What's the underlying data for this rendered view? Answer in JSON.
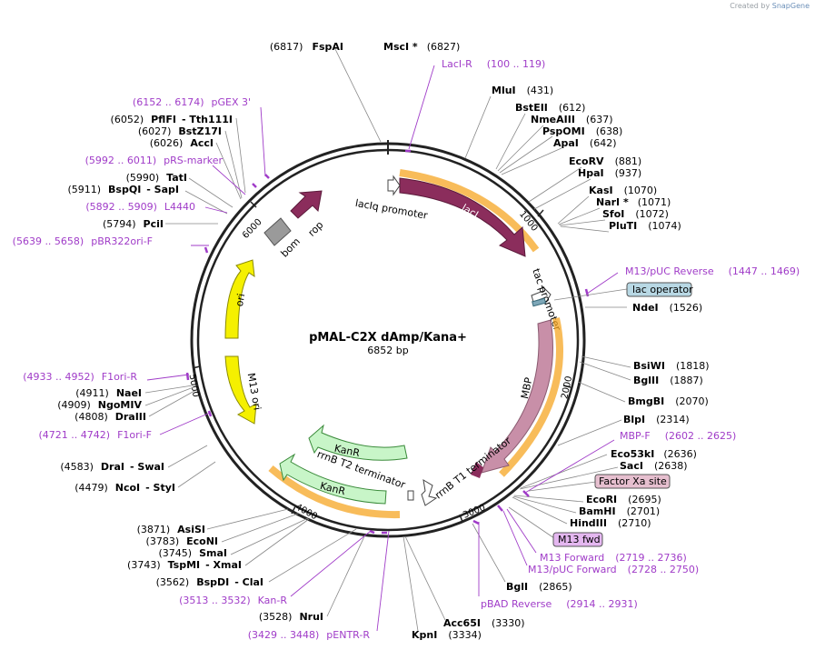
{
  "brand": {
    "prefix": "Created by",
    "name": "SnapGene"
  },
  "plasmid": {
    "name": "pMAL-C2X dAmp/Kana+",
    "length": "6852 bp"
  },
  "ticks": [
    "1000",
    "2000",
    "3000",
    "4000",
    "5000",
    "6000"
  ],
  "features": [
    {
      "name": "lacI",
      "color": "#8b2d5c"
    },
    {
      "name": "lacIq promoter",
      "color": "#ffffff"
    },
    {
      "name": "rop",
      "color": "#8b2d5c"
    },
    {
      "name": "bom",
      "color": "#9a9a9a"
    },
    {
      "name": "tac promoter",
      "color": "#ffffff"
    },
    {
      "name": "lac operator",
      "color": "#7ea7b8"
    },
    {
      "name": "MBP",
      "color": "#c88fa8"
    },
    {
      "name": "rrnB T1 terminator",
      "color": "#ffffff"
    },
    {
      "name": "KanR",
      "color": "#c8f5c8"
    },
    {
      "name": "KanR",
      "color": "#c8f5c8"
    },
    {
      "name": "rrnB T2 terminator",
      "color": "#ffffff"
    },
    {
      "name": "ori",
      "color": "#f5f000"
    },
    {
      "name": "M13 ori",
      "color": "#f5f000"
    },
    {
      "name": "Factor Xa site",
      "color": "#e0b4c4"
    },
    {
      "name": "M13 fwd",
      "color": "#e4b7f0"
    }
  ],
  "enzymes_right": [
    {
      "name": "MluI",
      "pos": "(431)"
    },
    {
      "name": "BstEII",
      "pos": "(612)"
    },
    {
      "name": "NmeAIII",
      "pos": "(637)"
    },
    {
      "name": "PspOMI",
      "pos": "(638)"
    },
    {
      "name": "ApaI",
      "pos": "(642)"
    },
    {
      "name": "EcoRV",
      "pos": "(881)"
    },
    {
      "name": "HpaI",
      "pos": "(937)"
    },
    {
      "name": "KasI",
      "pos": "(1070)"
    },
    {
      "name": "NarI *",
      "pos": "(1071)"
    },
    {
      "name": "SfoI",
      "pos": "(1072)"
    },
    {
      "name": "PluTI",
      "pos": "(1074)"
    },
    {
      "name": "NdeI",
      "pos": "(1526)"
    },
    {
      "name": "BsiWI",
      "pos": "(1818)"
    },
    {
      "name": "BglII",
      "pos": "(1887)"
    },
    {
      "name": "BmgBI",
      "pos": "(2070)"
    },
    {
      "name": "BlpI",
      "pos": "(2314)"
    },
    {
      "name": "Eco53kI",
      "pos": "(2636)"
    },
    {
      "name": "SacI",
      "pos": "(2638)"
    },
    {
      "name": "EcoRI",
      "pos": "(2695)"
    },
    {
      "name": "BamHI",
      "pos": "(2701)"
    },
    {
      "name": "HindIII",
      "pos": "(2710)"
    },
    {
      "name": "BglI",
      "pos": "(2865)"
    },
    {
      "name": "Acc65I",
      "pos": "(3330)"
    },
    {
      "name": "KpnI",
      "pos": "(3334)"
    }
  ],
  "enzymes_left": [
    {
      "pos": "(6817)",
      "name": "FspAI"
    },
    {
      "pos": "(6052)",
      "name": "PflFI",
      "alt": "- Tth111I"
    },
    {
      "pos": "(6027)",
      "name": "BstZ17I"
    },
    {
      "pos": "(6026)",
      "name": "AccI"
    },
    {
      "pos": "(5990)",
      "name": "TatI"
    },
    {
      "pos": "(5911)",
      "name": "BspQI",
      "alt": "- SapI"
    },
    {
      "pos": "(5794)",
      "name": "PciI"
    },
    {
      "pos": "(4911)",
      "name": "NaeI"
    },
    {
      "pos": "(4909)",
      "name": "NgoMIV"
    },
    {
      "pos": "(4808)",
      "name": "DraIII"
    },
    {
      "pos": "(4583)",
      "name": "DraI",
      "alt": "- SwaI"
    },
    {
      "pos": "(4479)",
      "name": "NcoI",
      "alt": "- StyI"
    },
    {
      "pos": "(3871)",
      "name": "AsiSI"
    },
    {
      "pos": "(3783)",
      "name": "EcoNI"
    },
    {
      "pos": "(3745)",
      "name": "SmaI"
    },
    {
      "pos": "(3743)",
      "name": "TspMI",
      "alt": "- XmaI"
    },
    {
      "pos": "(3562)",
      "name": "BspDI",
      "alt": "- ClaI"
    },
    {
      "pos": "(3528)",
      "name": "NruI"
    }
  ],
  "enzyme_top": {
    "name": "MscI *",
    "pos": "(6827)"
  },
  "primers": [
    {
      "name": "LacI-R",
      "range": "(100 .. 119)"
    },
    {
      "name": "pGEX 3'",
      "range": "(6152 .. 6174)"
    },
    {
      "name": "pRS-marker",
      "range": "(5992 .. 6011)"
    },
    {
      "name": "L4440",
      "range": "(5892 .. 5909)"
    },
    {
      "name": "pBR322ori-F",
      "range": "(5639 .. 5658)"
    },
    {
      "name": "M13/pUC Reverse",
      "range": "(1447 .. 1469)"
    },
    {
      "name": "F1ori-R",
      "range": "(4933 .. 4952)"
    },
    {
      "name": "F1ori-F",
      "range": "(4721 .. 4742)"
    },
    {
      "name": "MBP-F",
      "range": "(2602 .. 2625)"
    },
    {
      "name": "M13 Forward",
      "range": "(2719 .. 2736)"
    },
    {
      "name": "M13/pUC Forward",
      "range": "(2728 .. 2750)"
    },
    {
      "name": "pBAD Reverse",
      "range": "(2914 .. 2931)"
    },
    {
      "name": "Kan-R",
      "range": "(3513 .. 3532)"
    },
    {
      "name": "pENTR-R",
      "range": "(3429 .. 3448)"
    }
  ],
  "colors": {
    "primer": "#a03cc8",
    "enzyme": "#000000",
    "backbone": "#222222",
    "orf_outline": "#f5a623"
  }
}
